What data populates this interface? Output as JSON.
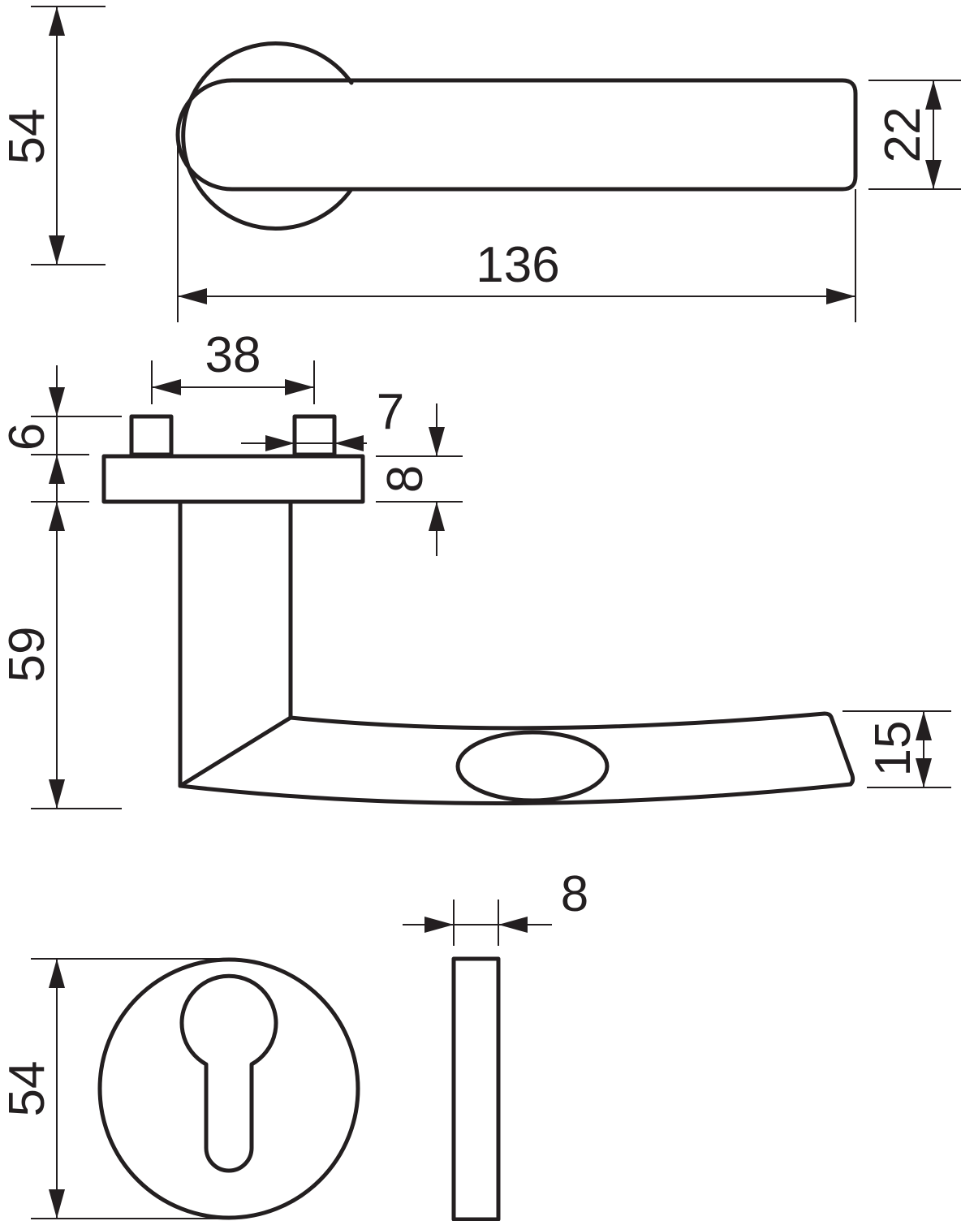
{
  "dimensions": {
    "rose_diameter_top": "54",
    "lever_width": "22",
    "lever_length": "136",
    "pin_spacing": "38",
    "pin_height": "6",
    "pin_width": "7",
    "rose_thickness": "8",
    "lever_projection": "59",
    "grip_height": "15",
    "escutcheon_thickness": "8",
    "escutcheon_diameter": "54"
  }
}
